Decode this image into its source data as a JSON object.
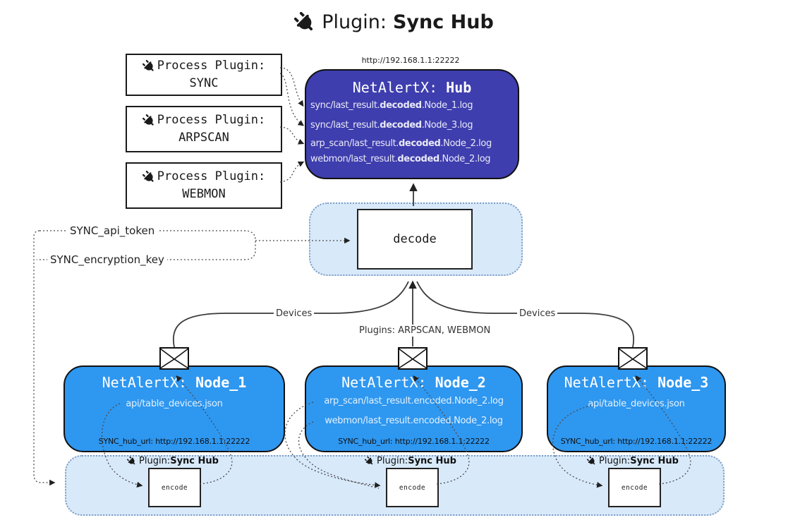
{
  "title": {
    "prefix": "Plugin: ",
    "name": "Sync Hub"
  },
  "process_plugins": {
    "label": "Process Plugin:",
    "items": [
      {
        "name": "SYNC"
      },
      {
        "name": "ARPSCAN"
      },
      {
        "name": "WEBMON"
      }
    ]
  },
  "hub": {
    "url": "http://192.168.1.1:22222",
    "title_prefix": "NetAlertX: ",
    "title_name": "Hub",
    "logs": [
      {
        "pre": "sync/last_result.",
        "mid": "decoded",
        "post": ".Node_1.log"
      },
      {
        "pre": "sync/last_result.",
        "mid": "decoded",
        "post": ".Node_3.log"
      },
      {
        "pre": "arp_scan/last_result.",
        "mid": "decoded",
        "post": ".Node_2.log"
      },
      {
        "pre": "webmon/last_result.",
        "mid": "decoded",
        "post": ".Node_2.log"
      }
    ]
  },
  "decode": {
    "label": "decode"
  },
  "settings": {
    "api_token": "SYNC_api_token",
    "encryption_key": "SYNC_encryption_key"
  },
  "edges": {
    "devices_left": "Devices",
    "devices_right": "Devices",
    "plugins_mid": "Plugins: ARPSCAN, WEBMON"
  },
  "nodes": [
    {
      "title_prefix": "NetAlertX: ",
      "title_name": "Node_1",
      "files": [
        "api/table_devices.json"
      ],
      "hub_url": "SYNC_hub_url: http://192.168.1.1:22222"
    },
    {
      "title_prefix": "NetAlertX: ",
      "title_name": "Node_2",
      "files": [
        "arp_scan/last_result.encoded.Node_2.log",
        "webmon/last_result.encoded.Node_2.log"
      ],
      "hub_url": "SYNC_hub_url: http://192.168.1.1:22222"
    },
    {
      "title_prefix": "NetAlertX: ",
      "title_name": "Node_3",
      "files": [
        "api/table_devices.json"
      ],
      "hub_url": "SYNC_hub_url: http://192.168.1.1:22222"
    }
  ],
  "encode_groups": {
    "plugin_prefix": "Plugin: ",
    "plugin_name": "Sync Hub",
    "encode_label": "encode"
  },
  "colors": {
    "hub_fill": "#3e3eae",
    "node_fill": "#2e97f0",
    "panel_fill": "#d8e9fa",
    "panel_border": "#7d9ec4"
  }
}
